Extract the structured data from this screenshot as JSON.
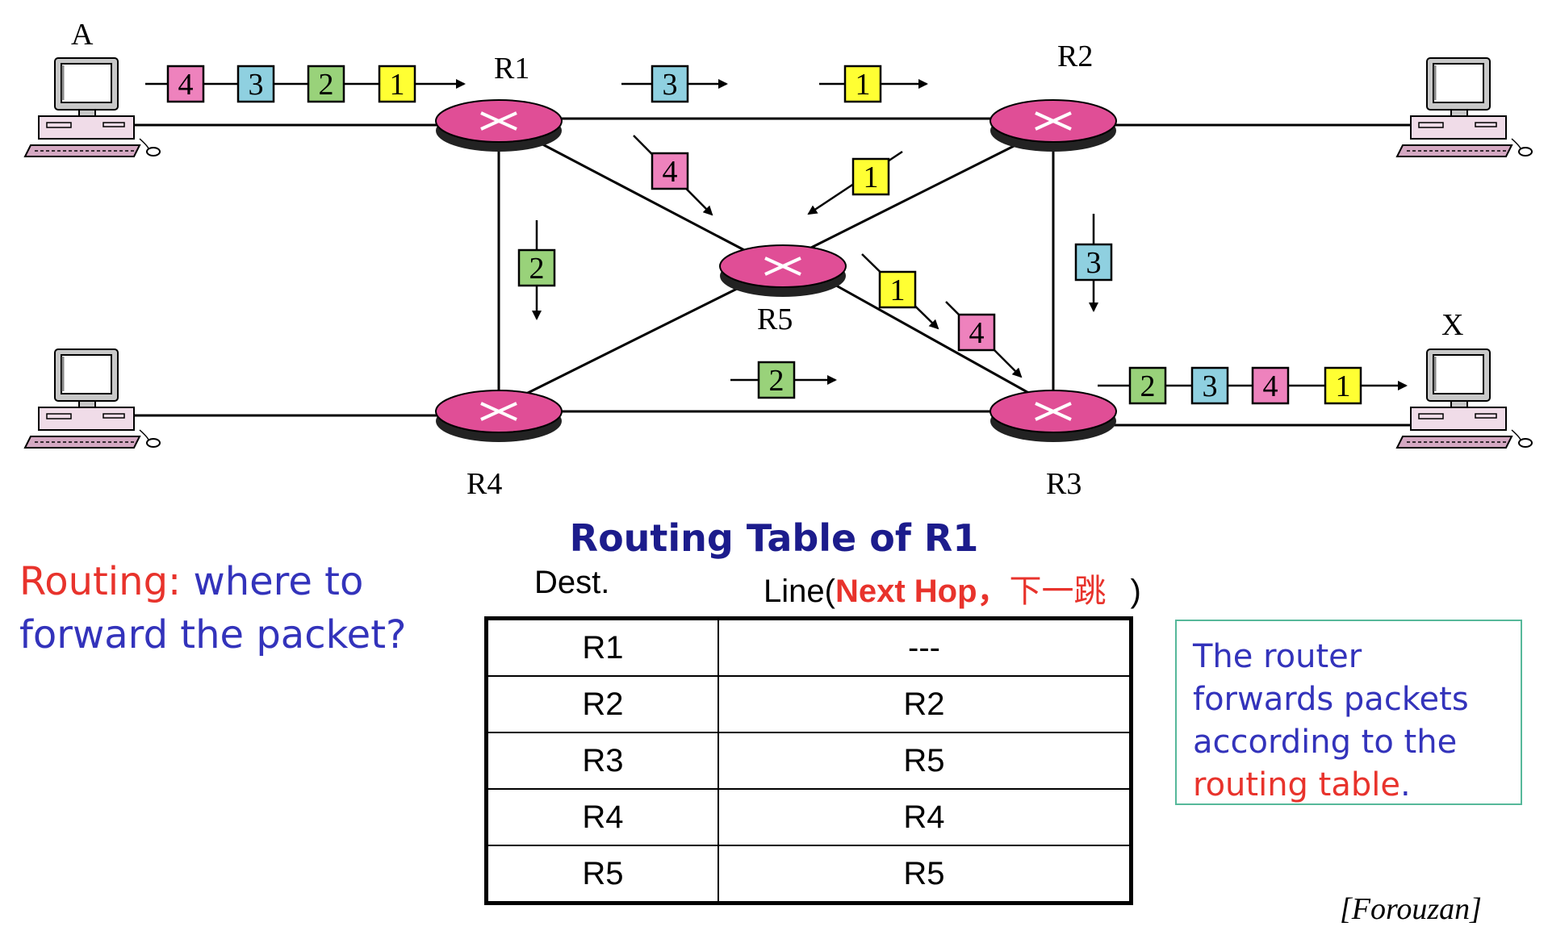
{
  "diagram": {
    "host_labels": {
      "A": "A",
      "X": "X"
    },
    "routers": [
      "R1",
      "R2",
      "R3",
      "R4",
      "R5"
    ],
    "packets": {
      "source_queue": [
        "4",
        "3",
        "2",
        "1"
      ],
      "r1_r2_link": [
        "3",
        "1"
      ],
      "r1_to_r5": "4",
      "r2_to_r5": "1",
      "r1_to_r4": "2",
      "r5_to_r3_a": "1",
      "r5_to_r3_b": "4",
      "r2_to_r3": "3",
      "r4_to_r3": "2",
      "dest_queue": [
        "2",
        "3",
        "4",
        "1"
      ]
    },
    "packet_colors": {
      "1": "#ffff33",
      "2": "#99d27a",
      "3": "#8fd0e0",
      "4": "#ee82bd"
    },
    "router_color": "#e04e96"
  },
  "routing_table": {
    "title": "Routing Table of R1",
    "header_dest": "Dest.",
    "header_line_prefix": "Line(",
    "header_next_hop": "Next Hop，",
    "header_next_hop_cn": "下一跳",
    "header_line_suffix": ")",
    "rows": [
      {
        "dest": "R1",
        "line": "---"
      },
      {
        "dest": "R2",
        "line": "R2"
      },
      {
        "dest": "R3",
        "line": "R5"
      },
      {
        "dest": "R4",
        "line": "R4"
      },
      {
        "dest": "R5",
        "line": "R5"
      }
    ]
  },
  "question": {
    "routing_word": "Routing:",
    "line1_rest": " where to",
    "line2": "forward the packet?"
  },
  "note": {
    "line1": "The router",
    "line2": "forwards packets",
    "line3": "according to the",
    "line4_red": "routing table",
    "line4_end": "."
  },
  "source": "[Forouzan]"
}
